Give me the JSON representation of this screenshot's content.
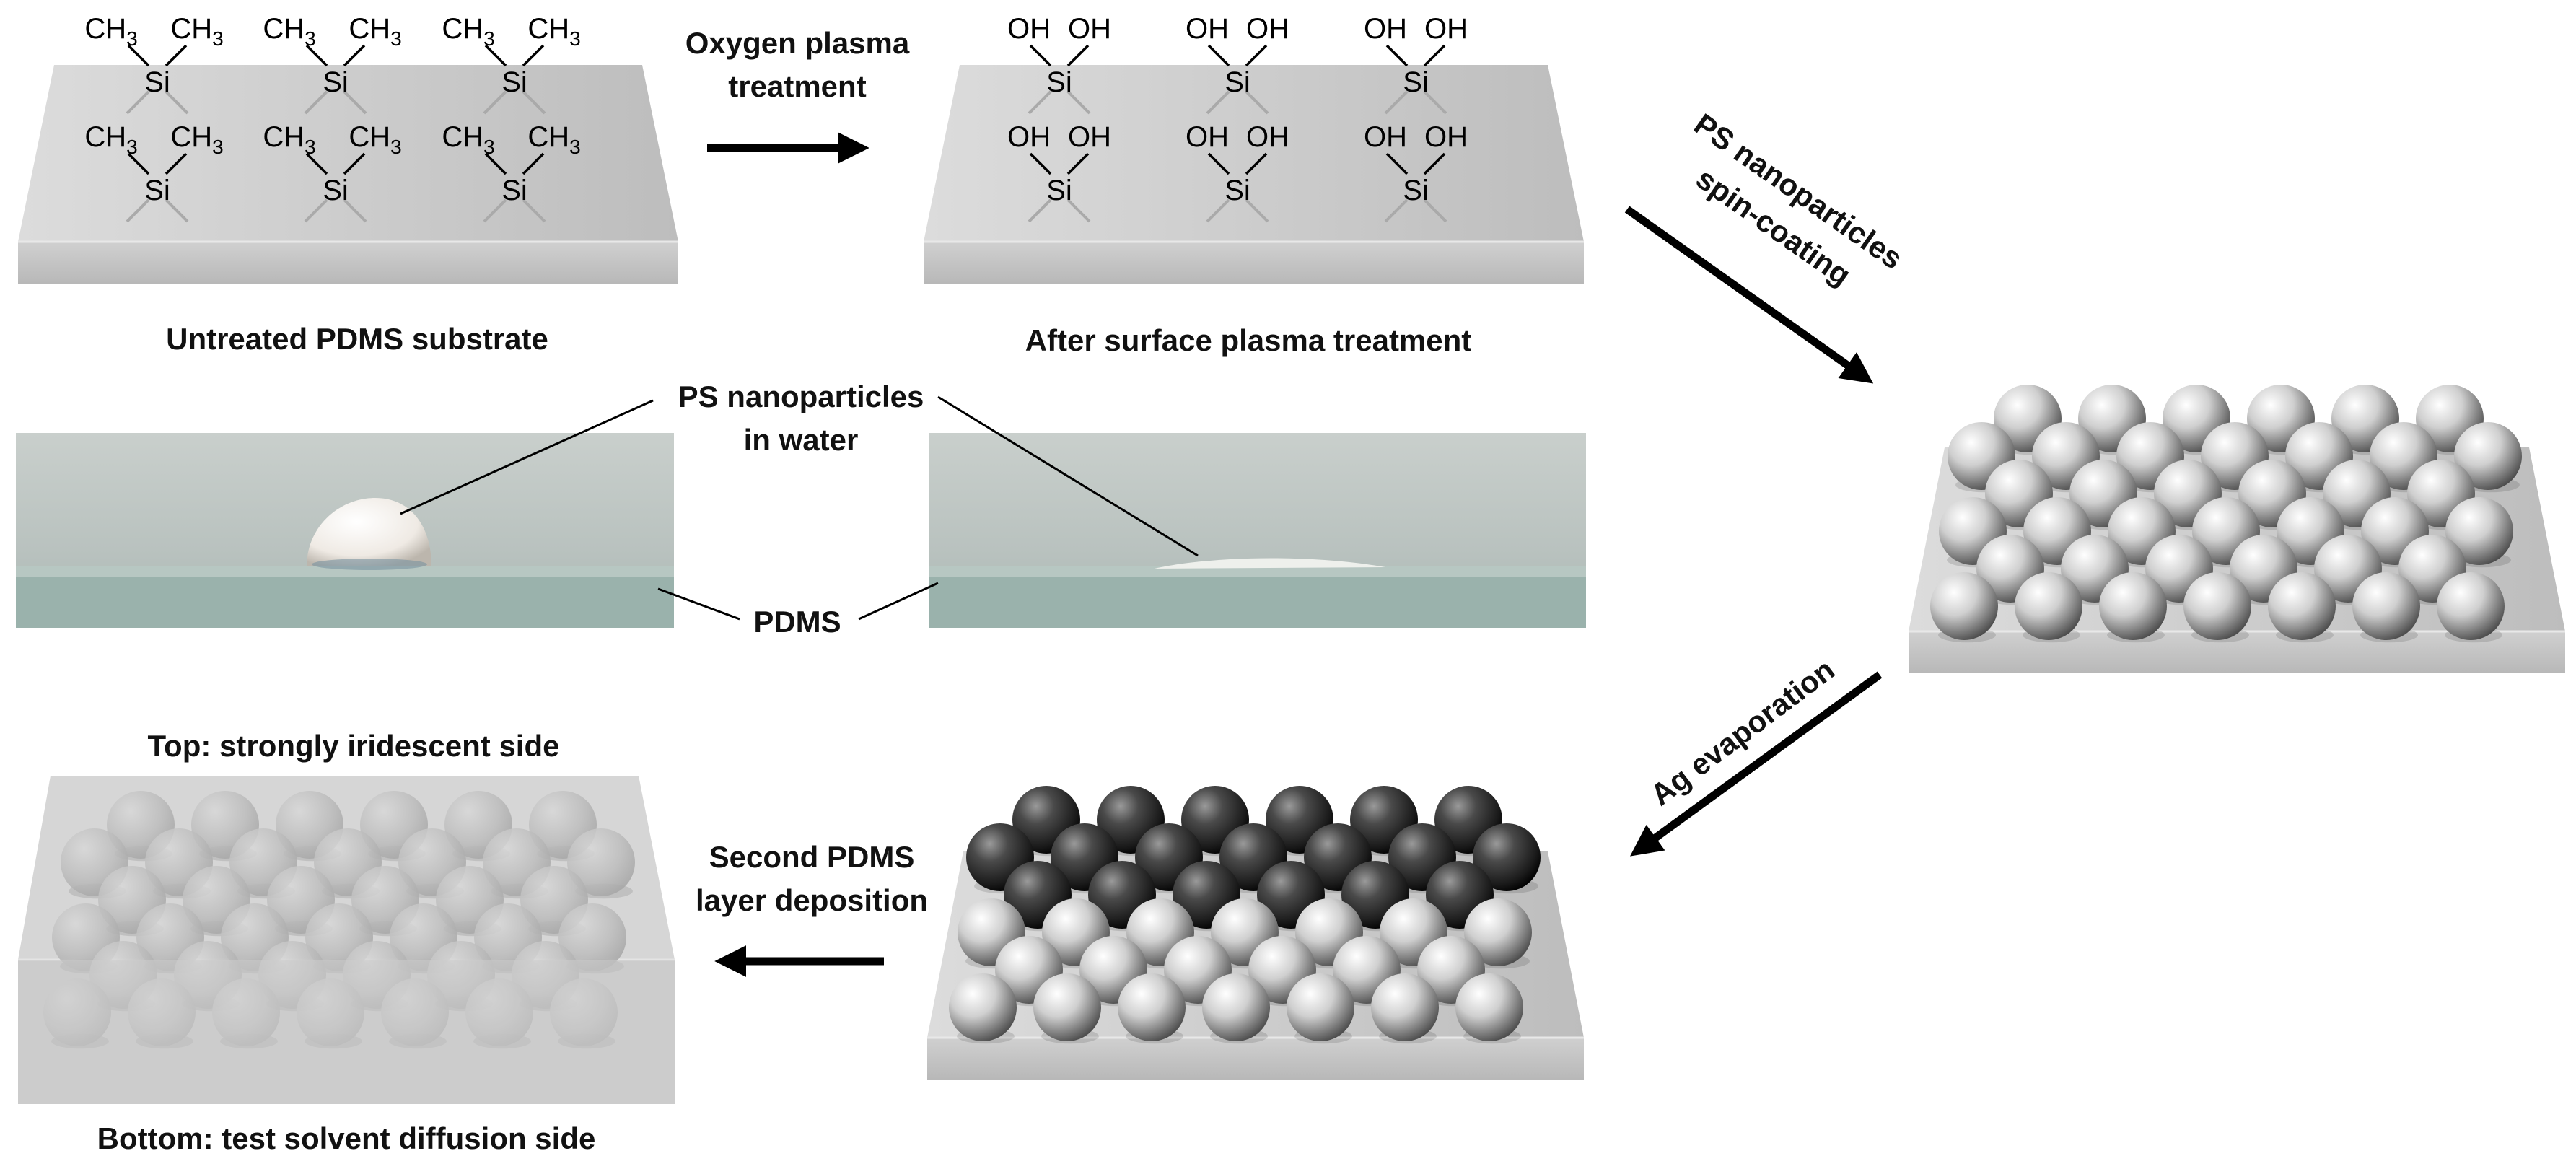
{
  "labels": {
    "untreated": "Untreated PDMS substrate",
    "after_plasma": "After surface plasma treatment",
    "oxygen_plasma_line1": "Oxygen plasma",
    "oxygen_plasma_line2": "treatment",
    "spin_line1": "PS nanoparticles",
    "spin_line2": "spin-coating",
    "ps_water_line1": "PS nanoparticles",
    "ps_water_line2": "in water",
    "pdms": "PDMS",
    "ag_evap": "Ag evaporation",
    "second_line1": "Second PDMS",
    "second_line2": "layer deposition",
    "top_side": "Top: strongly iridescent side",
    "bottom_side": "Bottom: test solvent diffusion side"
  },
  "chem": {
    "ch3": "CH",
    "sub3": "3",
    "oh": "OH",
    "si": "Si"
  },
  "colors": {
    "slab_top": "#d2d2d2",
    "slab_front": "#c9c9c9",
    "arrow": "#000000",
    "photo_bg": "#bfc8c4",
    "pdms_slab": "#9fb6b0"
  }
}
